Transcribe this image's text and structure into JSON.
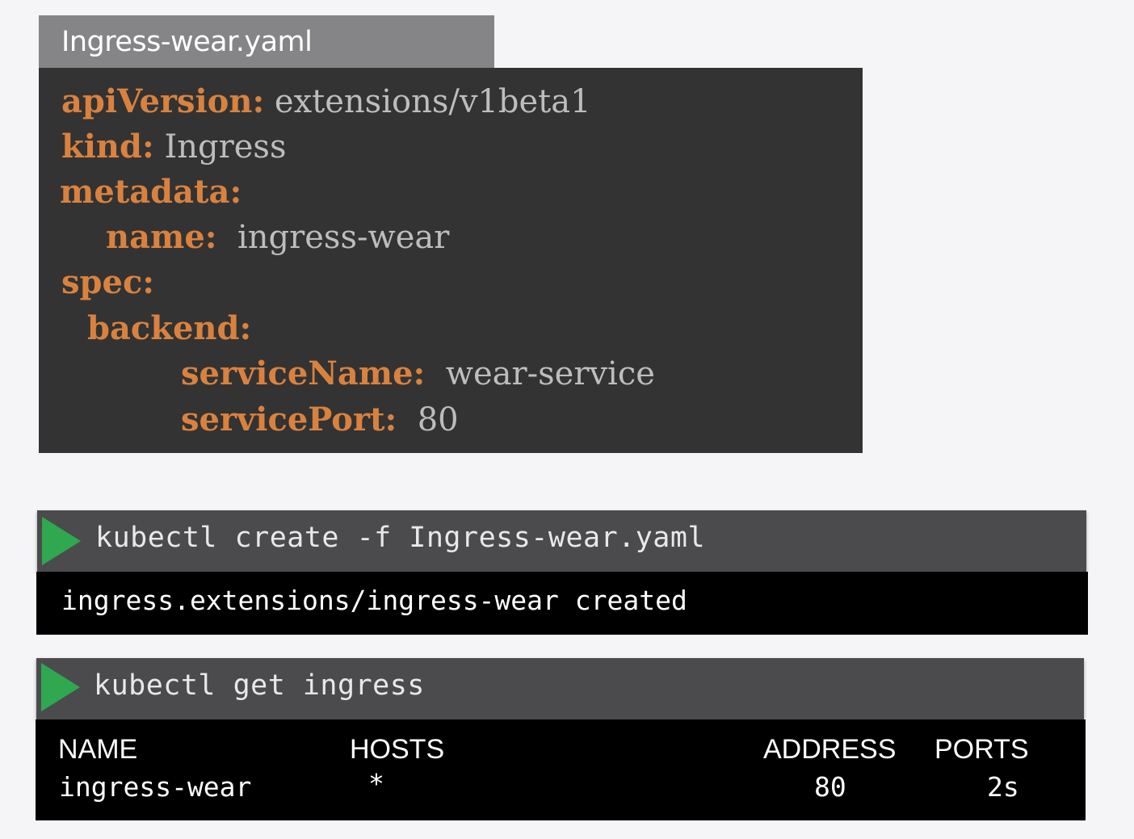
{
  "file": {
    "name": "Ingress-wear.yaml"
  },
  "yaml": {
    "lines": [
      {
        "key": "apiVersion:",
        "value": " extensions/v1beta1"
      },
      {
        "key": "kind:",
        "value": " Ingress"
      },
      {
        "key": "metadata:",
        "value": ""
      },
      {
        "key": "name:",
        "value": "  ingress-wear"
      },
      {
        "key": "spec:",
        "value": ""
      },
      {
        "key": "backend:",
        "value": ""
      },
      {
        "key": "serviceName:",
        "value": "  wear-service"
      },
      {
        "key": "servicePort:",
        "value": "  80"
      }
    ]
  },
  "commands": [
    {
      "command": "kubectl create -f Ingress-wear.yaml",
      "output": "ingress.extensions/ingress-wear created"
    },
    {
      "command": "kubectl get ingress",
      "table": {
        "headers": [
          "NAME",
          "HOSTS",
          "ADDRESS",
          "PORTS"
        ],
        "rows": [
          [
            "ingress-wear",
            "*",
            "80",
            "2s"
          ]
        ]
      }
    }
  ],
  "colors": {
    "yaml_key": "#d9823f",
    "yaml_value": "#bdbdbd",
    "code_background": "#333333",
    "play_icon": "#2fa84f",
    "command_bar": "#4b4b4d",
    "output_background": "#000000"
  }
}
